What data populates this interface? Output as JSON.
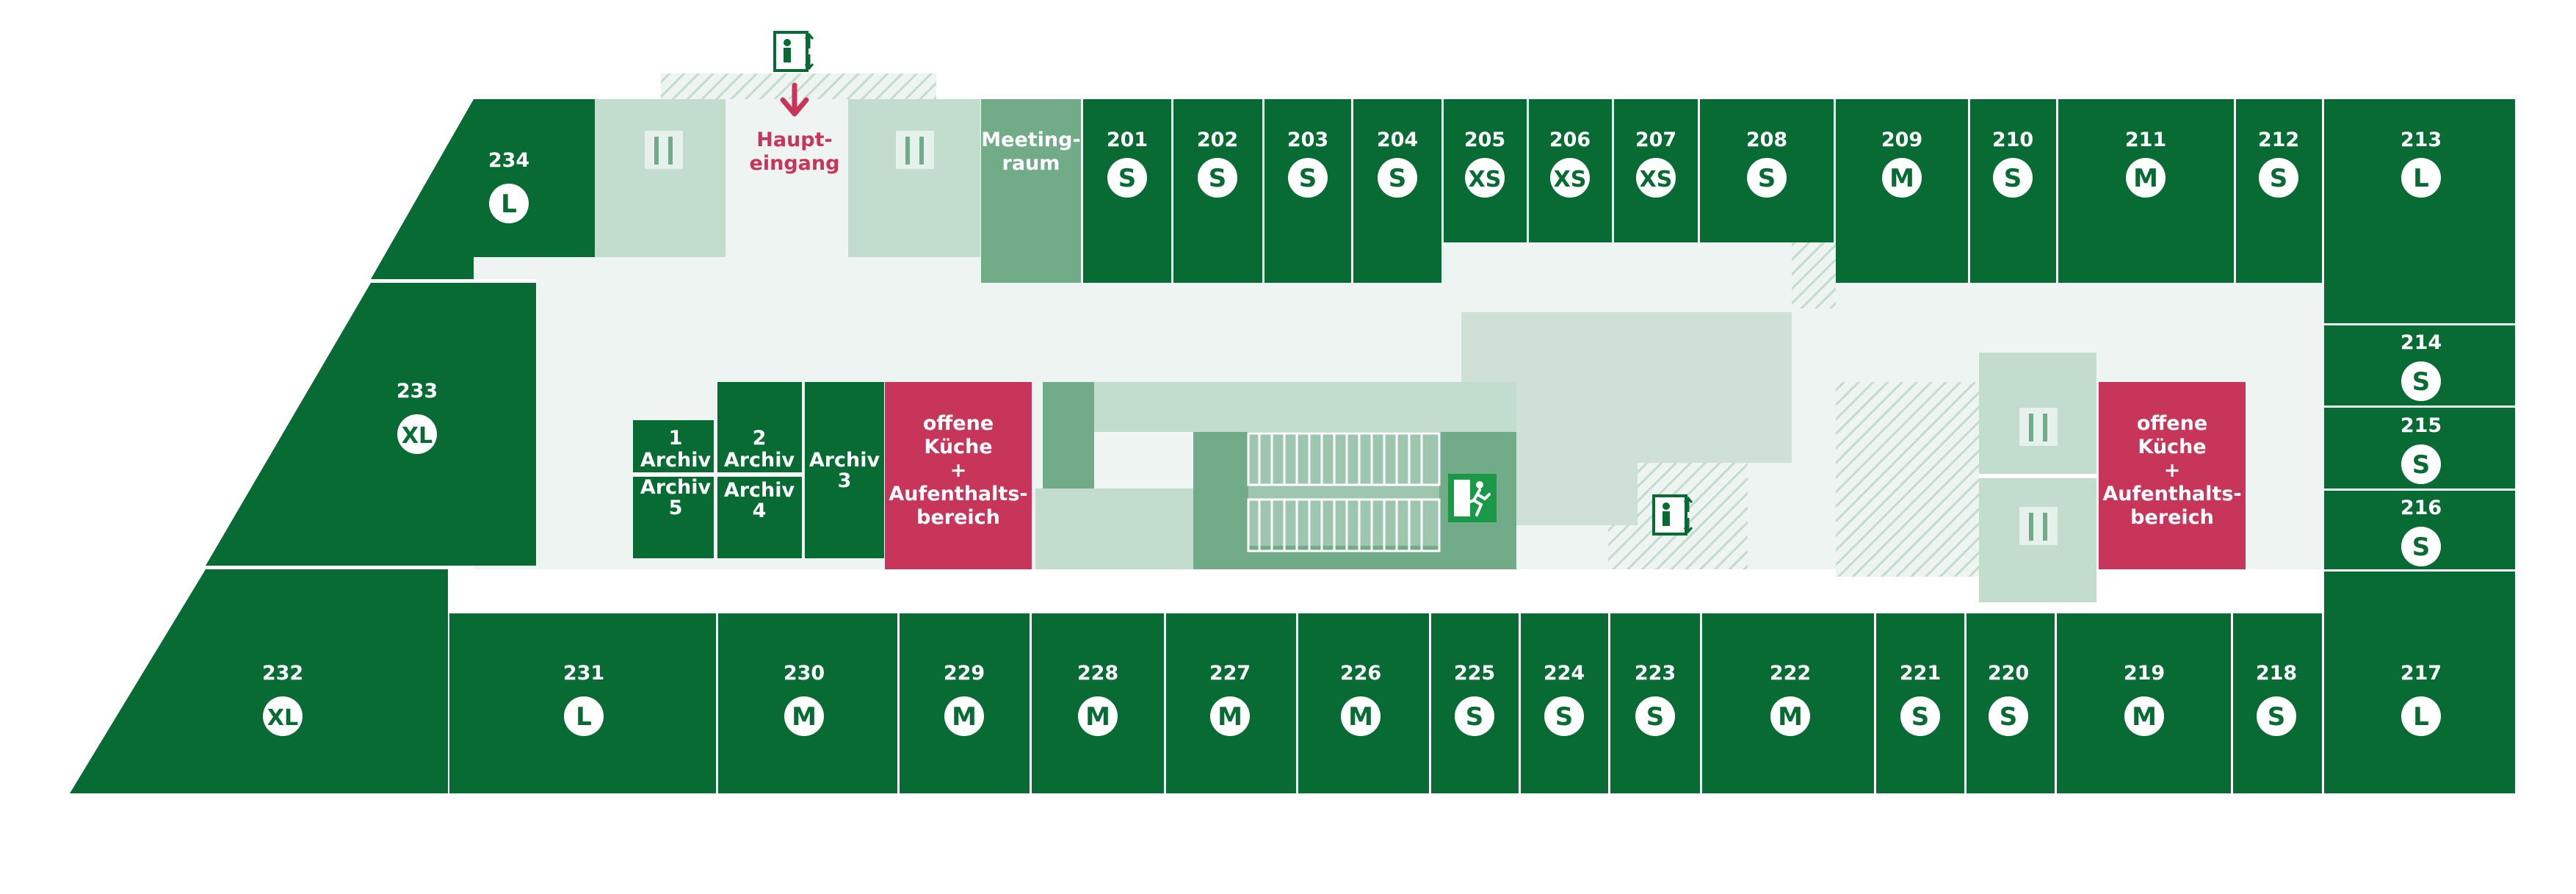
{
  "colors": {
    "office": "#076b33",
    "corridor": "#edf4f1",
    "light_room": "#c2dccd",
    "mid_room": "#71ab88",
    "kitchen": "#c8355a",
    "accent_red": "#c8355a",
    "divider": "#ffffff"
  },
  "entrance": {
    "line1": "Haupt-",
    "line2": "eingang"
  },
  "meeting": {
    "line1": "Meeting-",
    "line2": "raum"
  },
  "kitchen": {
    "line1": "offene",
    "line2": "Küche",
    "line3": "+",
    "line4": "Aufenthalts-",
    "line5": "bereich"
  },
  "archives": {
    "a1": {
      "num": "1",
      "label": "Archiv"
    },
    "a2": {
      "num": "2",
      "label": "Archiv"
    },
    "a3": {
      "label": "Archiv",
      "num": "3"
    },
    "a4": {
      "label": "Archiv",
      "num": "4"
    },
    "a5": {
      "label": "Archiv",
      "num": "5"
    }
  },
  "icons": [
    "restroom-icon",
    "elevator-icon",
    "emergency-exit-icon",
    "entrance-arrow-icon"
  ],
  "rooms": [
    {
      "num": "234",
      "size": "L"
    },
    {
      "num": "233",
      "size": "XL"
    },
    {
      "num": "232",
      "size": "XL"
    },
    {
      "num": "231",
      "size": "L"
    },
    {
      "num": "230",
      "size": "M"
    },
    {
      "num": "229",
      "size": "M"
    },
    {
      "num": "228",
      "size": "M"
    },
    {
      "num": "227",
      "size": "M"
    },
    {
      "num": "226",
      "size": "M"
    },
    {
      "num": "225",
      "size": "S"
    },
    {
      "num": "224",
      "size": "S"
    },
    {
      "num": "223",
      "size": "S"
    },
    {
      "num": "222",
      "size": "M"
    },
    {
      "num": "221",
      "size": "S"
    },
    {
      "num": "220",
      "size": "S"
    },
    {
      "num": "219",
      "size": "M"
    },
    {
      "num": "218",
      "size": "S"
    },
    {
      "num": "217",
      "size": "L"
    },
    {
      "num": "216",
      "size": "S"
    },
    {
      "num": "215",
      "size": "S"
    },
    {
      "num": "214",
      "size": "S"
    },
    {
      "num": "213",
      "size": "L"
    },
    {
      "num": "212",
      "size": "S"
    },
    {
      "num": "211",
      "size": "M"
    },
    {
      "num": "210",
      "size": "S"
    },
    {
      "num": "209",
      "size": "M"
    },
    {
      "num": "208",
      "size": "S"
    },
    {
      "num": "207",
      "size": "XS"
    },
    {
      "num": "206",
      "size": "XS"
    },
    {
      "num": "205",
      "size": "XS"
    },
    {
      "num": "204",
      "size": "S"
    },
    {
      "num": "203",
      "size": "S"
    },
    {
      "num": "202",
      "size": "S"
    },
    {
      "num": "201",
      "size": "S"
    }
  ]
}
